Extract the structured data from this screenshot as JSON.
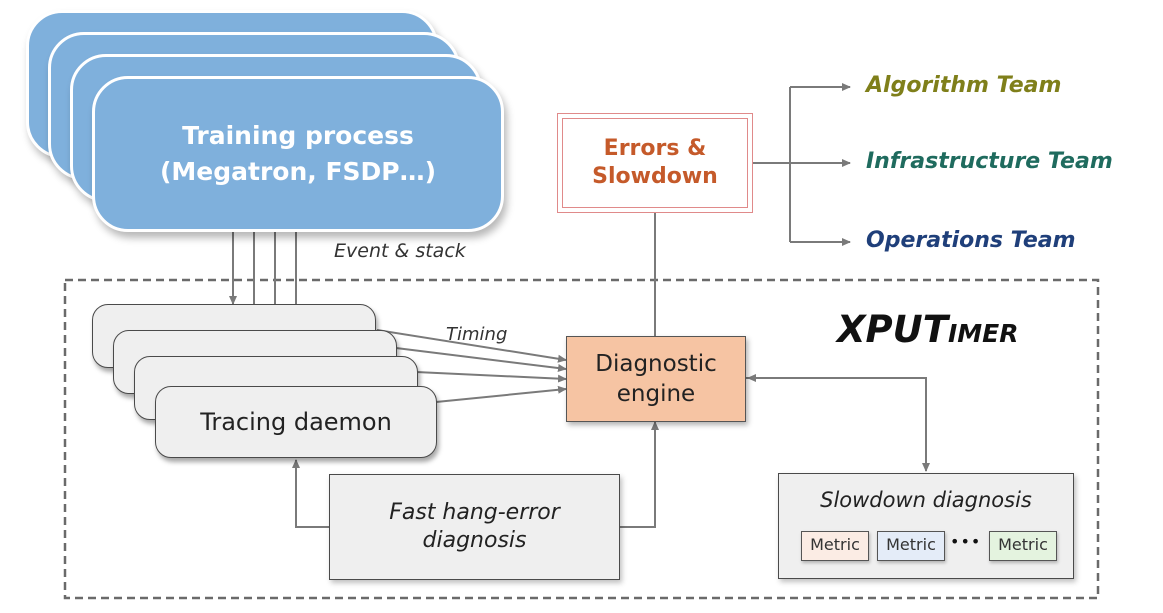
{
  "training": {
    "line1": "Training process",
    "line2": "(Megatron, FSDP…)"
  },
  "labels": {
    "event_stack": "Event & stack",
    "timing": "Timing"
  },
  "errors": {
    "line1": "Errors &",
    "line2": "Slowdown"
  },
  "teams": [
    {
      "label": "Algorithm Team",
      "color": "#7f7f1a"
    },
    {
      "label": "Infrastructure Team",
      "color": "#1f6b5e"
    },
    {
      "label": "Operations Team",
      "color": "#1f3f7a"
    }
  ],
  "system": {
    "title_main": "XPUT",
    "title_small": "IMER"
  },
  "tracing_daemon": {
    "label": "Tracing daemon"
  },
  "diagnostic_engine": {
    "line1": "Diagnostic",
    "line2": "engine"
  },
  "fast_hang": {
    "line1": "Fast hang-error",
    "line2": "diagnosis"
  },
  "slowdown": {
    "label": "Slowdown diagnosis",
    "metrics": [
      {
        "label": "Metric",
        "color": "#fbece4"
      },
      {
        "label": "Metric",
        "color": "#e4ecf8"
      },
      {
        "label": "Metric",
        "color": "#e4f3df"
      }
    ],
    "ellipsis": "•••"
  },
  "colors": {
    "training_fill": "#7fb0dc",
    "engine_fill": "#f6c4a3",
    "errors_text": "#c55a2a",
    "errors_border": "#e08a8a"
  }
}
